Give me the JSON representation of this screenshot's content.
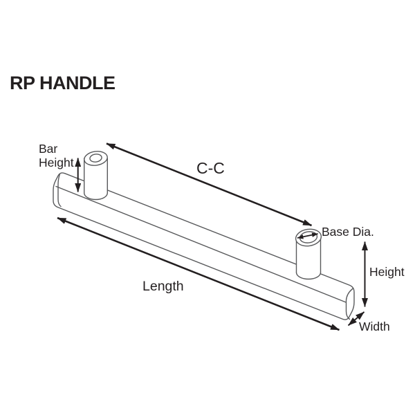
{
  "title": "RP HANDLE",
  "labels": {
    "bar_height_line1": "Bar",
    "bar_height_line2": "Height",
    "center_to_center": "C-C",
    "base_diameter": "Base Dia.",
    "height": "Height",
    "width": "Width",
    "length": "Length"
  },
  "colors": {
    "outline_gray": "#58595b",
    "annotation_ink": "#231f20",
    "background": "#ffffff"
  }
}
